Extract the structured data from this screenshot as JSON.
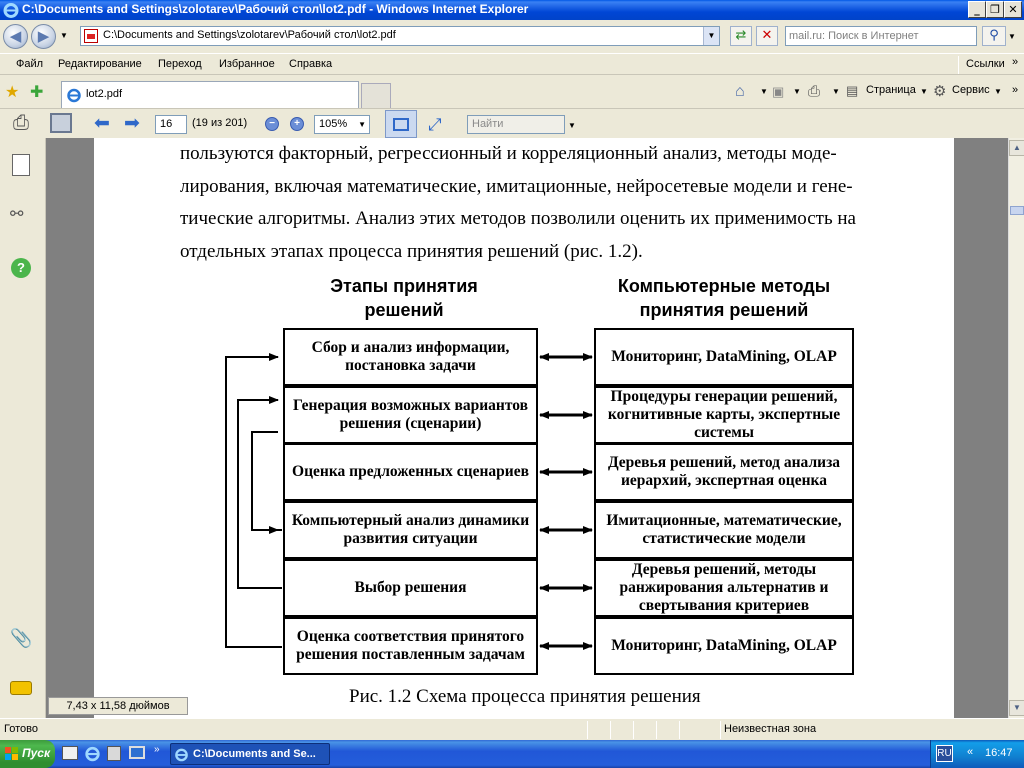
{
  "window": {
    "title": "C:\\Documents and Settings\\zolotarev\\Рабочий стол\\lot2.pdf - Windows Internet Explorer"
  },
  "address_bar": {
    "url": "C:\\Documents and Settings\\zolotarev\\Рабочий стол\\lot2.pdf",
    "search_placeholder": "mail.ru: Поиск в Интернет"
  },
  "menu": {
    "items": [
      "Файл",
      "Редактирование",
      "Переход",
      "Избранное",
      "Справка"
    ],
    "links_label": "Ссылки"
  },
  "tabs": {
    "active_label": "lot2.pdf",
    "page_label": "Страница",
    "tools_label": "Сервис"
  },
  "pdf_toolbar": {
    "page_number": "16",
    "page_of": "(19 из 201)",
    "zoom": "105%",
    "find_placeholder": "Найти"
  },
  "document": {
    "paragraph_lines": [
      "пользуются факторный, регрессионный и корреляционный анализ, методы моде-",
      "лирования, включая математические, имитационные, нейросетевые модели и гене-",
      "тические алгоритмы. Анализ этих методов позволили оценить их применимость на",
      "отдельных этапах процесса принятия решений (рис. 1.2)."
    ],
    "diagram": {
      "left_heading": [
        "Этапы принятия",
        "решений"
      ],
      "right_heading": [
        "Компьютерные методы",
        "принятия решений"
      ],
      "stages": [
        "Сбор и анализ информации, постановка задачи",
        "Генерация возможных вариантов решения (сценарии)",
        "Оценка предложенных сценариев",
        "Компьютерный анализ динамики развития ситуации",
        "Выбор решения",
        "Оценка соответствия принятого решения поставленным задачам"
      ],
      "methods": [
        "Мониторинг, DataMining, OLAP",
        "Процедуры генерации решений, когнитивные карты, экспертные системы",
        "Деревья решений, метод анализа иерархий, экспертная оценка",
        "Имитационные, математические, статистические модели",
        "Деревья решений, методы ранжирования альтернатив и свертывания критериев",
        "Мониторинг, DataMining, OLAP"
      ]
    },
    "caption": "Рис. 1.2 Схема процесса принятия решения",
    "page_size": "7,43 x 11,58 дюймов"
  },
  "status_bar": {
    "left": "Готово",
    "zone": "Неизвестная зона"
  },
  "taskbar": {
    "start_label": "Пуск",
    "task_label": "C:\\Documents and Se...",
    "language": "RU",
    "clock": "16:47"
  }
}
